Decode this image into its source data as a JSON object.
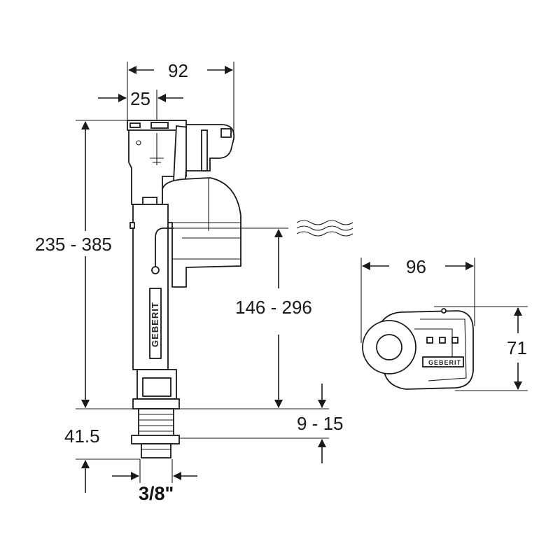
{
  "dimensions": {
    "total_width": "92",
    "offset": "25",
    "height_range": "235 - 385",
    "water_level_range": "146 - 296",
    "thread_length": "41.5",
    "adjust_range": "9 - 15",
    "connection": "3/8\"",
    "top_width": "96",
    "top_height": "71"
  },
  "brand": {
    "logo_text": "GEBERIT"
  },
  "colors": {
    "line": "#1a1a1a",
    "background": "#ffffff"
  }
}
